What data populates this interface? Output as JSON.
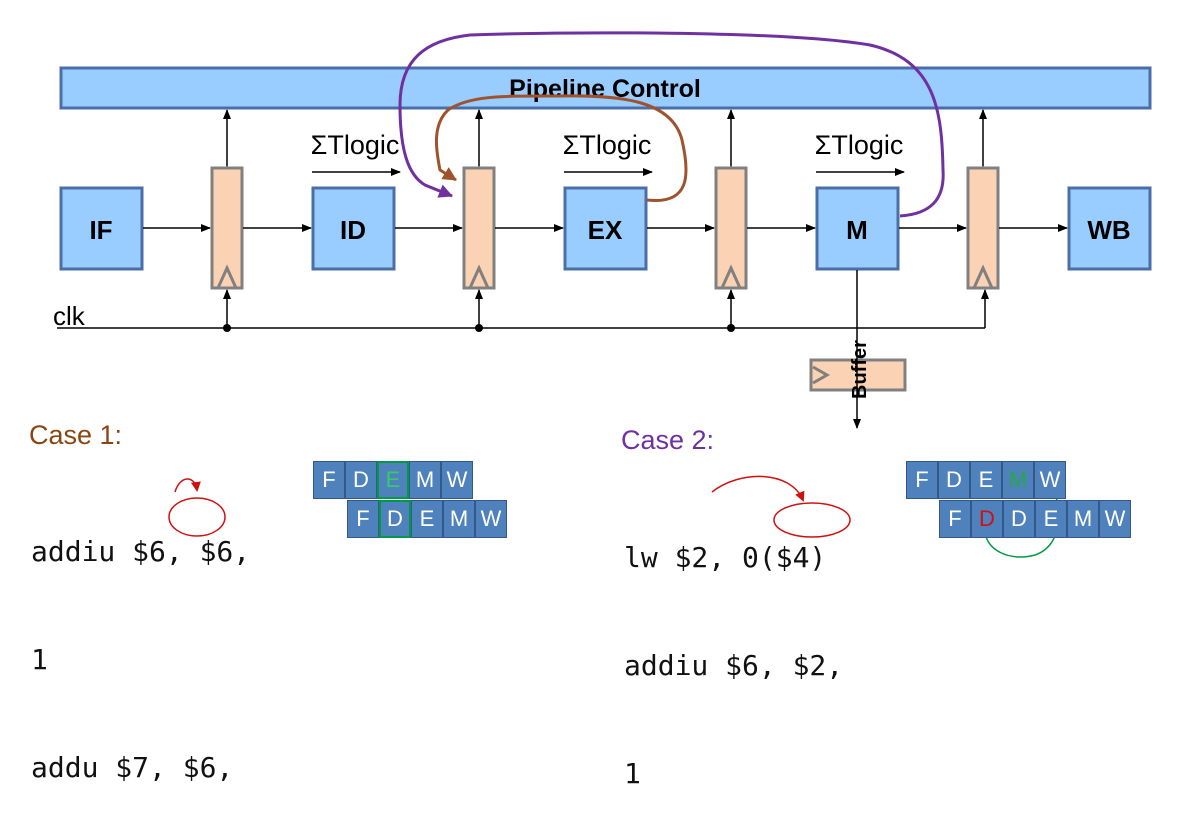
{
  "pipeline_control": "Pipeline Control",
  "stages": {
    "s1": "IF",
    "s2": "ID",
    "s3": "EX",
    "s4": "M",
    "s5": "WB"
  },
  "logic_labels": [
    "ΣTlogic",
    "ΣTlogic",
    "ΣTlogic"
  ],
  "clk_label": "clk",
  "buffer_label": "Buffer",
  "case1": {
    "title": "Case 1:",
    "title_color": "#8b4513",
    "code_lines": [
      "addiu $6, $6,",
      "1",
      "addu $7, $6,"
    ],
    "table_row1": [
      "F",
      "D",
      "E",
      "M",
      "W"
    ],
    "table_row2": [
      "F",
      "D",
      "E",
      "M",
      "W"
    ]
  },
  "case2": {
    "title": "Case 2:",
    "title_color": "#7030a0",
    "code_lines": [
      "lw $2, 0($4)",
      "addiu $6, $2,",
      "1"
    ],
    "table_row1": [
      "F",
      "D",
      "E",
      "M",
      "W"
    ],
    "table_row2": [
      "F",
      "D",
      "D",
      "E",
      "M",
      "W"
    ]
  },
  "colors": {
    "stage_fill": "#99ccff",
    "stage_border": "#4a6fa8",
    "register_fill": "#fbd3b4",
    "register_border": "#808080",
    "table_cell": "#4f81bd",
    "forward_arrow_brown": "#a0522d",
    "forward_arrow_purple": "#7030a0",
    "highlight_green": "#009944",
    "stall_red": "#d01010"
  }
}
